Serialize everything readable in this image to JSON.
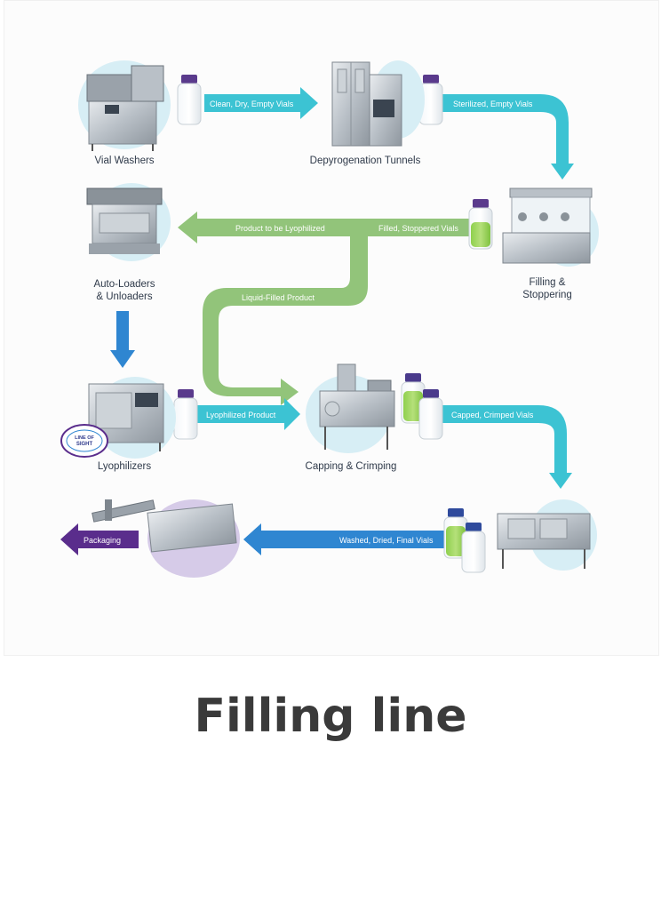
{
  "caption": "Filling line",
  "stations": {
    "vial_washers": "Vial Washers",
    "depyrogenation_tunnels": "Depyrogenation Tunnels",
    "filling_stoppering_line1": "Filling &",
    "filling_stoppering_line2": "Stoppering",
    "autoloaders_line1": "Auto-Loaders",
    "autoloaders_line2": "& Unloaders",
    "lyophilizers": "Lyophilizers",
    "capping_crimping": "Capping & Crimping"
  },
  "flows": {
    "clean_dry_empty": "Clean, Dry, Empty Vials",
    "sterilized_empty": "Sterilized, Empty Vials",
    "product_to_be_lyophilized": "Product to be Lyophilized",
    "filled_stoppered": "Filled, Stoppered Vials",
    "liquid_filled_product": "Liquid-Filled Product",
    "lyophilized_product": "Lyophilized Product",
    "capped_crimped": "Capped, Crimped Vials",
    "washed_dried_final": "Washed, Dried, Final Vials",
    "packaging": "Packaging"
  },
  "badge": {
    "line1": "LINE OF",
    "line2": "SIGHT"
  },
  "colors": {
    "teal": "#3cc3d3",
    "green": "#92c47a",
    "blue": "#2f86d1",
    "purple": "#5a2d8c",
    "machine_bubble": "#d7eef5"
  }
}
